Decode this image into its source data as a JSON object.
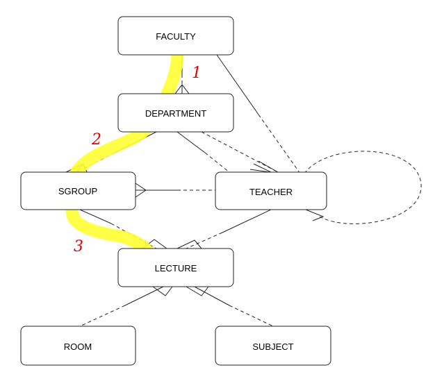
{
  "diagram": {
    "entities": {
      "faculty": "FACULTY",
      "department": "DEPARTMENT",
      "sgroup": "SGROUP",
      "teacher": "TEACHER",
      "lecture": "LECTURE",
      "room": "ROOM",
      "subject": "SUBJECT"
    },
    "annotations": {
      "one": "1",
      "two": "2",
      "three": "3"
    }
  },
  "colors": {
    "highlight": "#ffff33",
    "annotation": "#e00000",
    "line": "#222222"
  }
}
